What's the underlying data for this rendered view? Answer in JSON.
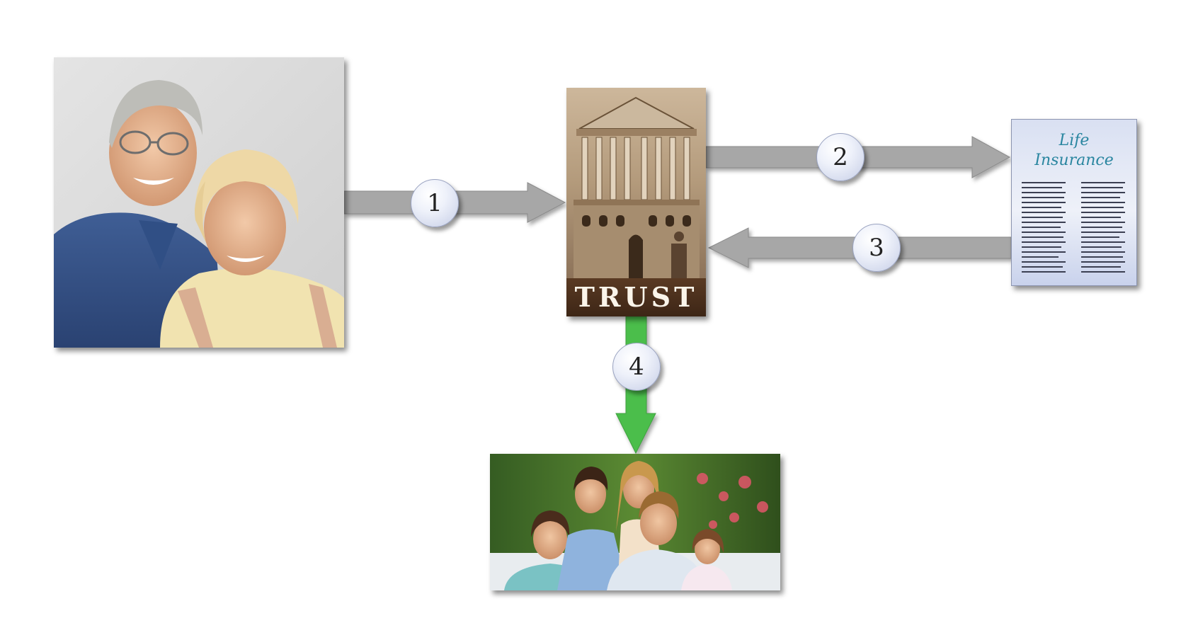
{
  "diagram": {
    "steps": [
      {
        "number": "1"
      },
      {
        "number": "2"
      },
      {
        "number": "3"
      },
      {
        "number": "4"
      }
    ],
    "trust": {
      "label": "TRUST"
    },
    "insurance": {
      "title_line1": "Life",
      "title_line2": "Insurance"
    },
    "colors": {
      "arrow_gray": "#a7a7a7",
      "arrow_green": "#4cbe4c",
      "badge_fill": "#e4e8f4",
      "trust_band": "#4a2f1c"
    }
  }
}
